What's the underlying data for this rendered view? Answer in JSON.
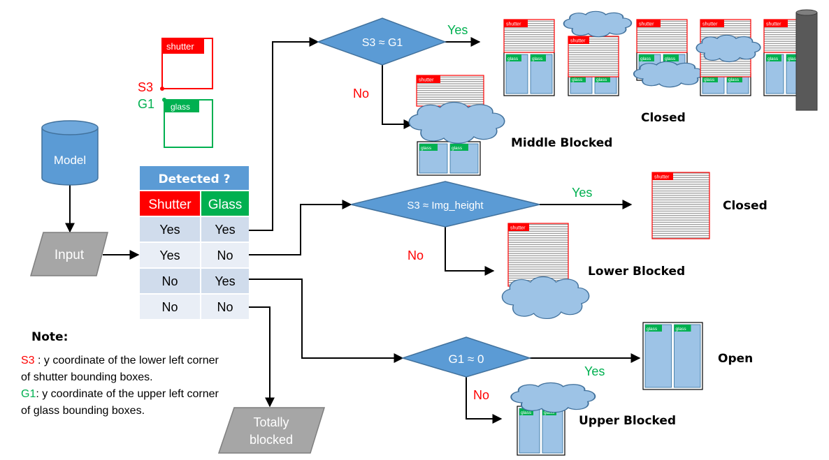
{
  "colors": {
    "blue": "#5b9bd5",
    "blue_dark": "#41719c",
    "shutter_red": "#ff0000",
    "glass_green": "#00b050",
    "gray_shape": "#a6a6a6",
    "table_header_blue": "#5b9bd5",
    "table_row_a": "#d0dcec",
    "table_row_b": "#e9eef6",
    "cloud": "#9dc3e6",
    "window_glass": "#9dc3e6",
    "pole": "#595959"
  },
  "icons": {
    "shutter_box": "shutter-bounding-box",
    "glass_box": "glass-bounding-box",
    "cloud": "occlusion-cloud",
    "window": "window-glass-panes",
    "shutter": "shutter-slats",
    "pole": "pole"
  },
  "model_label": "Model",
  "input_label": "Input",
  "legend": {
    "shutter_tag": "shutter",
    "glass_tag": "glass",
    "s3": "S3",
    "g1": "G1"
  },
  "table": {
    "title": "Detected ?",
    "col_shutter": "Shutter",
    "col_glass": "Glass",
    "rows": [
      [
        "Yes",
        "Yes"
      ],
      [
        "Yes",
        "No"
      ],
      [
        "No",
        "Yes"
      ],
      [
        "No",
        "No"
      ]
    ]
  },
  "decisions": {
    "d1": "S3 ≈ G1",
    "d2": "S3 ≈ Img_height",
    "d3": "G1 ≈ 0"
  },
  "edge_labels": {
    "d1_yes": "Yes",
    "d1_no": "No",
    "d2_yes": "Yes",
    "d2_no": "No",
    "d3_yes": "Yes",
    "d3_no": "No"
  },
  "outcomes": {
    "closed_top": "Closed",
    "middle_blocked": "Middle Blocked",
    "closed_mid": "Closed",
    "lower_blocked": "Lower Blocked",
    "open": "Open",
    "upper_blocked": "Upper Blocked",
    "totally_blocked_1": "Totally",
    "totally_blocked_2": "blocked"
  },
  "note": {
    "title": "Note:",
    "s3_key": "S3",
    "s3_line1": " : y coordinate of the lower left corner",
    "s3_line2": "of shutter bounding boxes.",
    "g1_key": "G1",
    "g1_line1": ": y coordinate of the upper left corner",
    "g1_line2": "of glass bounding boxes."
  },
  "tags": {
    "shutter": "shutter",
    "glass": "glass"
  }
}
